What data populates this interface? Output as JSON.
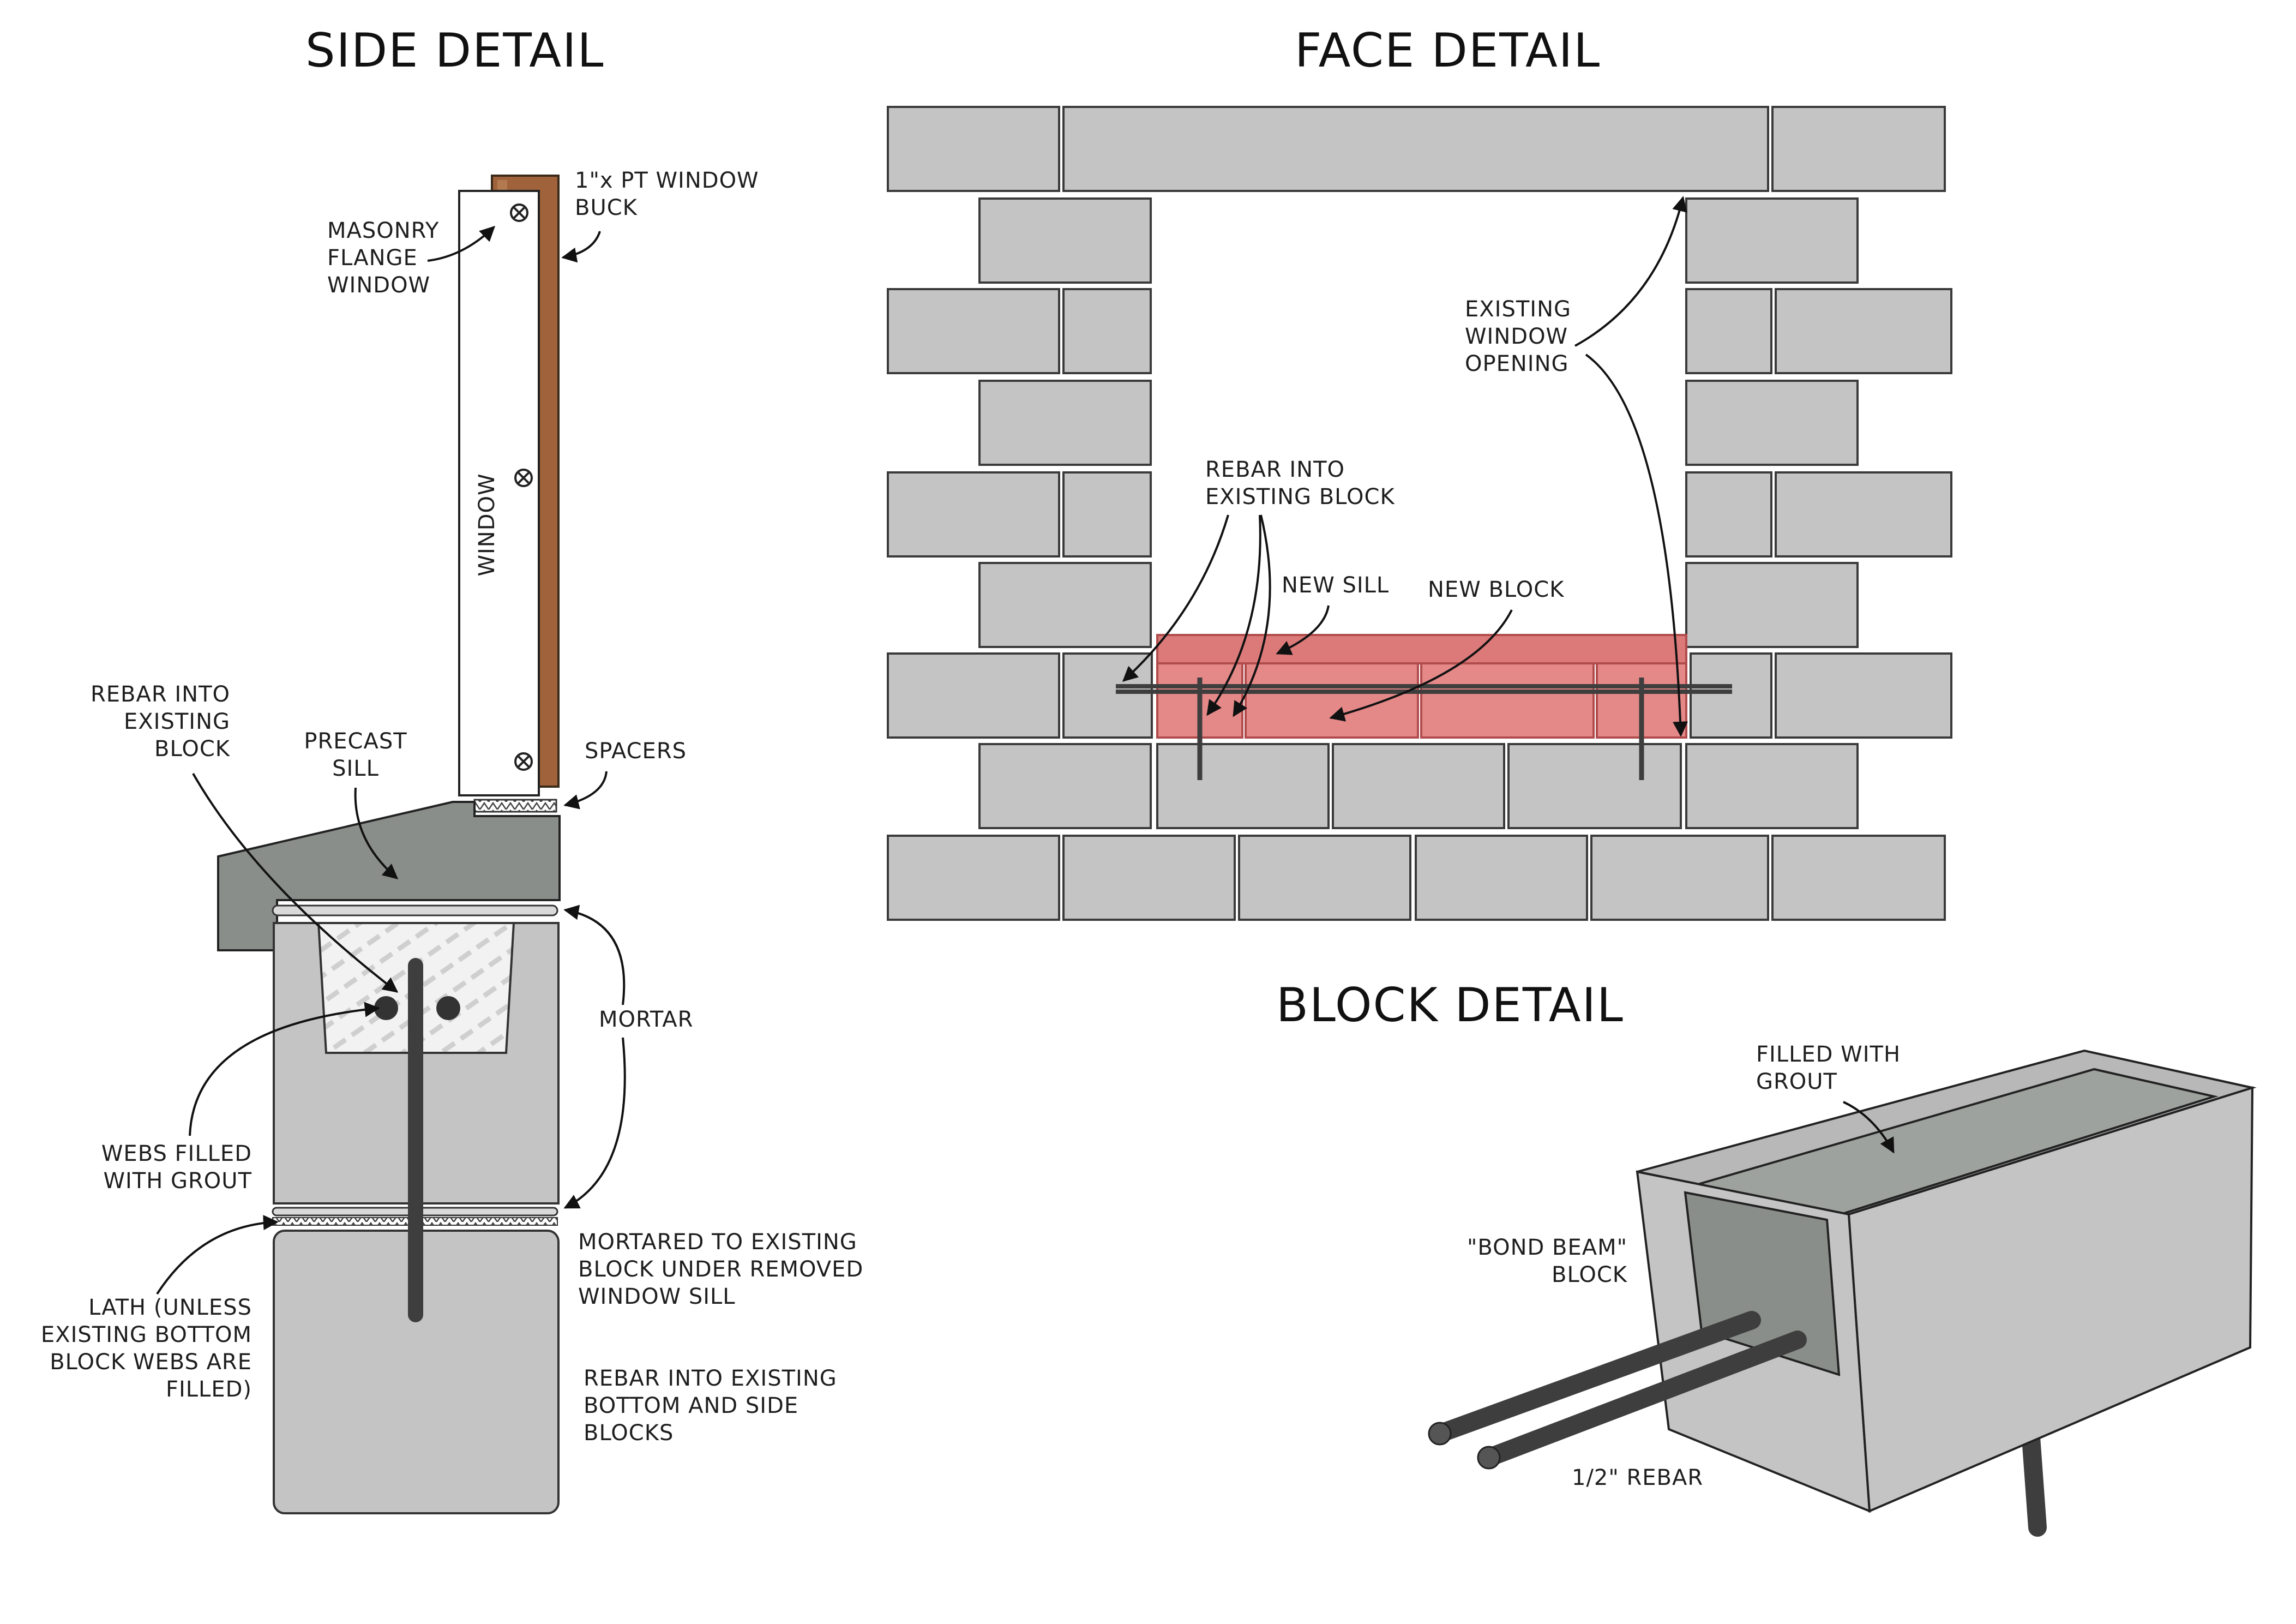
{
  "headings": {
    "side": "SIDE DETAIL",
    "face": "FACE DETAIL",
    "block": "BLOCK DETAIL"
  },
  "side_labels": {
    "window": "WINDOW",
    "buck": [
      "1\"x PT WINDOW",
      "BUCK"
    ],
    "masonry_flange": [
      "MASONRY",
      "FLANGE",
      "WINDOW"
    ],
    "rebar_existing": [
      "REBAR INTO",
      "EXISTING",
      "BLOCK"
    ],
    "precast_sill": [
      "PRECAST",
      "SILL"
    ],
    "spacers": "SPACERS",
    "mortar": "MORTAR",
    "webs_filled": [
      "WEBS FILLED",
      "WITH GROUT"
    ],
    "mortared_to": [
      "MORTARED TO EXISTING",
      "BLOCK UNDER REMOVED",
      "WINDOW SILL"
    ],
    "lath": [
      "LATH (UNLESS",
      "EXISTING BOTTOM",
      "BLOCK WEBS ARE",
      "FILLED)"
    ],
    "rebar_bottom": [
      "REBAR INTO EXISTING",
      "BOTTOM AND SIDE",
      "BLOCKS"
    ]
  },
  "face_labels": {
    "existing_opening": [
      "EXISTING",
      "WINDOW",
      "OPENING"
    ],
    "rebar_block": [
      "REBAR INTO",
      "EXISTING BLOCK"
    ],
    "new_sill": "NEW SILL",
    "new_block": "NEW BLOCK"
  },
  "block_labels": {
    "filled_grout": [
      "FILLED WITH",
      "GROUT"
    ],
    "bond_beam": [
      "\"BOND BEAM\"",
      "BLOCK"
    ],
    "rebar_size": "1/2\" REBAR"
  },
  "colors": {
    "block_fill": "#c4c4c4",
    "block_stroke": "#3a3a3a",
    "sill_fill": "#8a8e8a",
    "new_block_fill": "#e48888",
    "new_block_stroke": "#b14c4c",
    "wood": "#a0623a",
    "rebar": "#3e3e3e"
  }
}
